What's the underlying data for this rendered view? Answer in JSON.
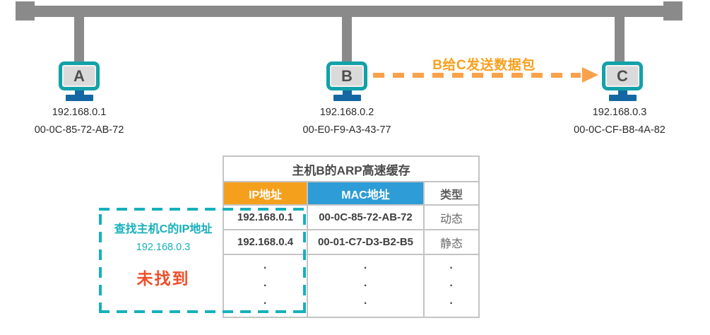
{
  "colors": {
    "bus_gray": "#8A8A8A",
    "monitor_teal": "#12A1A9",
    "monitor_screen": "#DADADA",
    "stand_blue": "#1467A3",
    "header_orange": "#F5A01D",
    "header_blue": "#2E9CD6",
    "arrow_orange": "#F8A24C",
    "callout_teal": "#16B0BC",
    "not_found_red": "#F04E29",
    "table_border": "#C4C4C4"
  },
  "network": {
    "hosts": [
      {
        "name": "A",
        "ip": "192.168.0.1",
        "mac": "00-0C-85-72-AB-72"
      },
      {
        "name": "B",
        "ip": "192.168.0.2",
        "mac": "00-E0-F9-A3-43-77"
      },
      {
        "name": "C",
        "ip": "192.168.0.3",
        "mac": "00-0C-CF-B8-4A-82"
      }
    ],
    "packet_arrow_label": "B给C发送数据包"
  },
  "arp_table": {
    "title": "主机B的ARP高速缓存",
    "columns": {
      "ip": "IP地址",
      "mac": "MAC地址",
      "type": "类型"
    },
    "rows": [
      {
        "ip": "192.168.0.1",
        "mac": "00-0C-85-72-AB-72",
        "type": "动态"
      },
      {
        "ip": "192.168.0.4",
        "mac": "00-01-C7-D3-B2-B5",
        "type": "静态"
      }
    ],
    "ellipsis": "·\n·\n·"
  },
  "lookup_callout": {
    "action": "查找主机C的IP地址",
    "target_ip": "192.168.0.3",
    "result": "未找到"
  }
}
